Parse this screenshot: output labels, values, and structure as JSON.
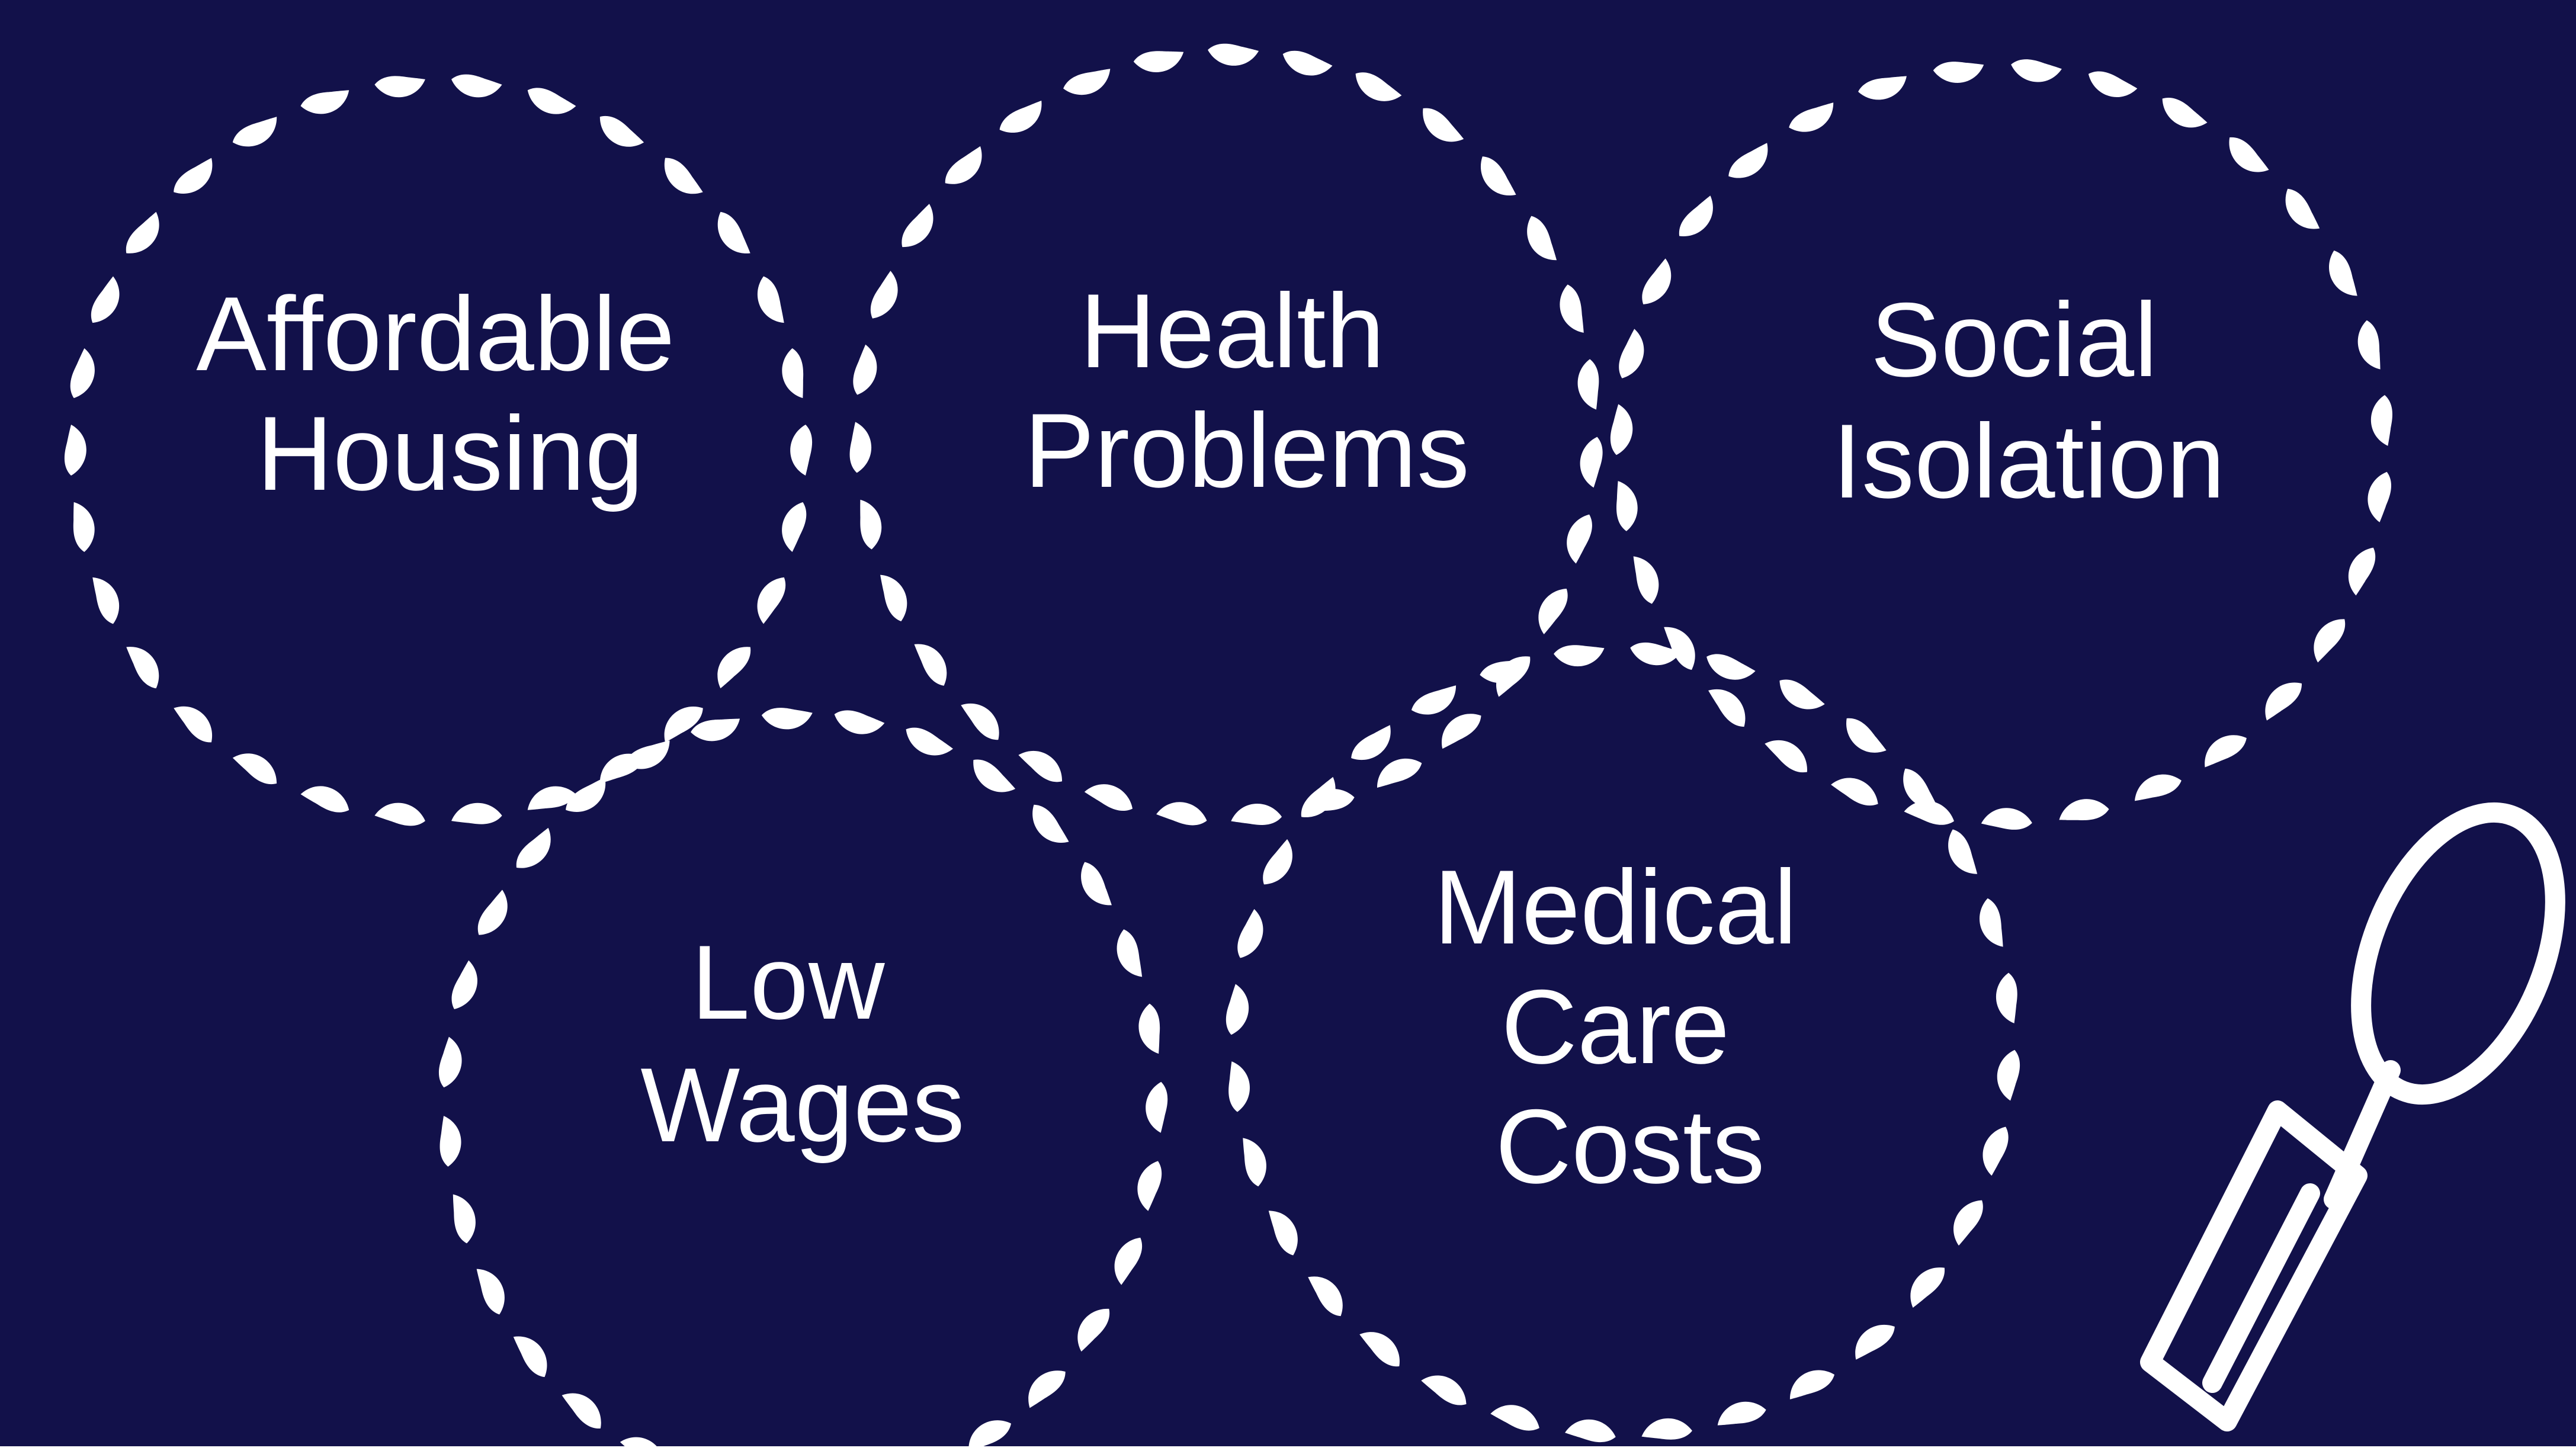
{
  "diagram": {
    "background_color": "#12114a",
    "bead_color": "#ffffff",
    "circles": [
      {
        "id": "affordable-housing",
        "label_lines": [
          "Affordable",
          "Housing"
        ]
      },
      {
        "id": "health-problems",
        "label_lines": [
          "Health",
          "Problems"
        ]
      },
      {
        "id": "social-isolation",
        "label_lines": [
          "Social",
          "Isolation"
        ]
      },
      {
        "id": "low-wages",
        "label_lines": [
          "Low",
          "Wages"
        ]
      },
      {
        "id": "medical-care-costs",
        "label_lines": [
          "Medical",
          "Care",
          "Costs"
        ]
      }
    ],
    "magnifier": {
      "icon": "magnifying-glass-icon",
      "color": "#ffffff"
    }
  }
}
